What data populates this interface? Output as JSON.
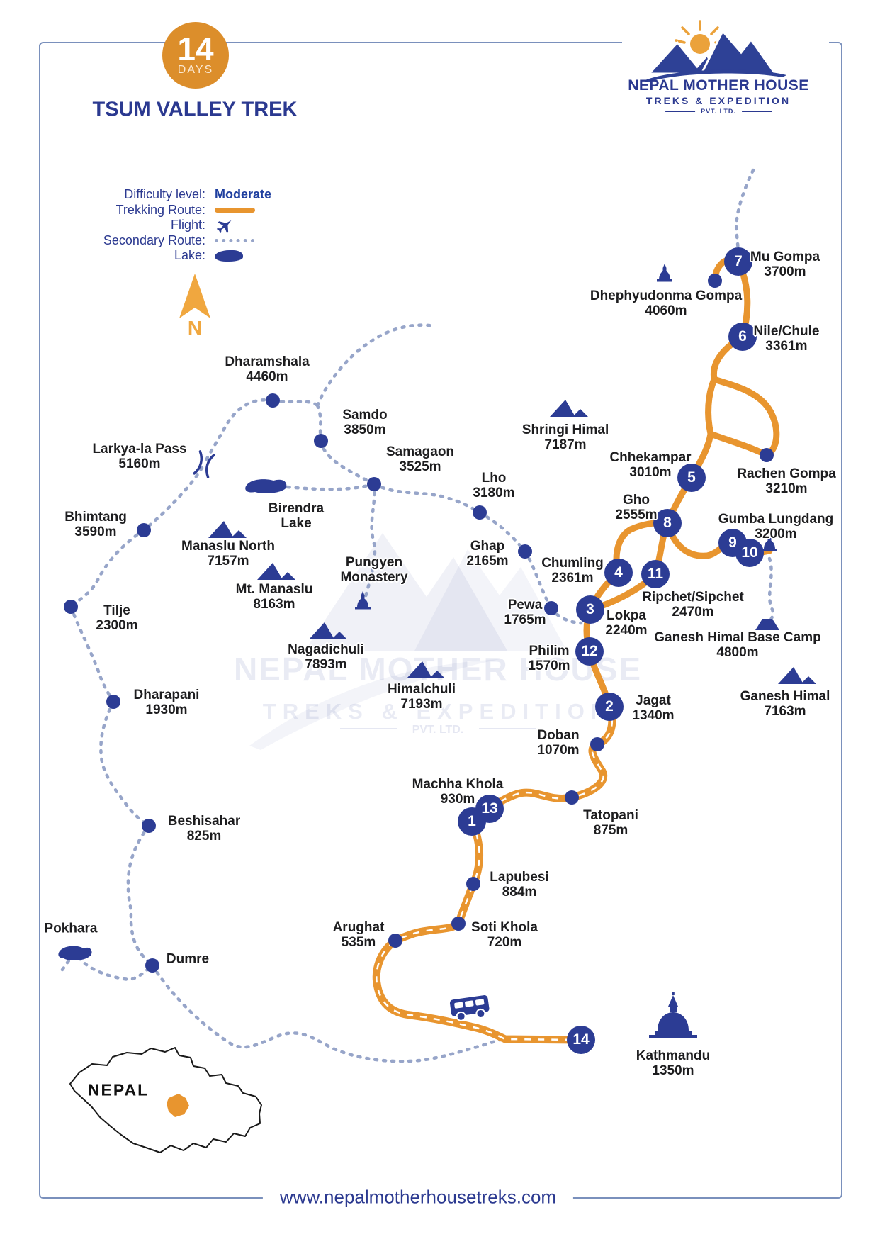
{
  "header": {
    "days_value": "14",
    "days_unit": "DAYS",
    "title": "TSUM VALLEY TREK"
  },
  "logo": {
    "name_line1": "NEPAL MOTHER HOUSE",
    "name_line2": "TREKS & EXPEDITION",
    "name_line3": "PVT. LTD."
  },
  "legend": {
    "difficulty_label": "Difficulty level:",
    "difficulty_value": "Moderate",
    "trekking_route_label": "Trekking Route:",
    "flight_label": "Flight:",
    "secondary_route_label": "Secondary Route:",
    "lake_label": "Lake:"
  },
  "compass": {
    "north_label": "N"
  },
  "watermark": {
    "line1": "NEPAL MOTHER HOUSE",
    "line2": "TREKS & EXPEDITION",
    "line3": "PVT. LTD."
  },
  "inset": {
    "country_label": "NEPAL"
  },
  "footer": {
    "website": "www.nepalmotherhousetreks.com"
  },
  "colors": {
    "route_orange": "#E8952F",
    "badge_orange": "#DC8E2B",
    "secondary_route": "#97A5C9",
    "marker_blue": "#2C3C94",
    "brand_blue": "#2B3990",
    "label_black": "#1D1D1F"
  },
  "markers": [
    "1",
    "2",
    "3",
    "4",
    "5",
    "6",
    "7",
    "8",
    "9",
    "10",
    "11",
    "12",
    "13",
    "14"
  ],
  "locations": [
    {
      "line1": "Mu Gompa",
      "line2": "3700m"
    },
    {
      "line1": "Dhephyudonma Gompa",
      "line2": "4060m"
    },
    {
      "line1": "Nile/Chule",
      "line2": "3361m"
    },
    {
      "line1": "Chhekampar",
      "line2": "3010m"
    },
    {
      "line1": "Rachen Gompa",
      "line2": "3210m"
    },
    {
      "line1": "Gho",
      "line2": "2555m"
    },
    {
      "line1": "Gumba Lungdang",
      "line2": "3200m"
    },
    {
      "line1": "Ripchet/Sipchet",
      "line2": "2470m"
    },
    {
      "line1": "Chumling",
      "line2": "2361m"
    },
    {
      "line1": "Lokpa",
      "line2": "2240m"
    },
    {
      "line1": "Pewa",
      "line2": "1765m"
    },
    {
      "line1": "Philim",
      "line2": "1570m"
    },
    {
      "line1": "Jagat",
      "line2": "1340m"
    },
    {
      "line1": "Doban",
      "line2": "1070m"
    },
    {
      "line1": "Tatopani",
      "line2": "875m"
    },
    {
      "line1": "Machha Khola",
      "line2": "930m"
    },
    {
      "line1": "Lapubesi",
      "line2": "884m"
    },
    {
      "line1": "Soti Khola",
      "line2": "720m"
    },
    {
      "line1": "Arughat",
      "line2": "535m"
    },
    {
      "line1": "Kathmandu",
      "line2": "1350m"
    },
    {
      "line1": "Ganesh Himal Base Camp",
      "line2": "4800m"
    },
    {
      "line1": "Ganesh Himal",
      "line2": "7163m"
    },
    {
      "line1": "Shringi Himal",
      "line2": "7187m"
    },
    {
      "line1": "Lho",
      "line2": "3180m"
    },
    {
      "line1": "Ghap",
      "line2": "2165m"
    },
    {
      "line1": "Samagaon",
      "line2": "3525m"
    },
    {
      "line1": "Samdo",
      "line2": "3850m"
    },
    {
      "line1": "Dharamshala",
      "line2": "4460m"
    },
    {
      "line1": "Larkya-la Pass",
      "line2": "5160m"
    },
    {
      "line1": "Bhimtang",
      "line2": "3590m"
    },
    {
      "line1": "Birendra",
      "line2": "Lake"
    },
    {
      "line1": "Manaslu North",
      "line2": "7157m"
    },
    {
      "line1": "Mt. Manaslu",
      "line2": "8163m"
    },
    {
      "line1": "Pungyen",
      "line2": "Monastery"
    },
    {
      "line1": "Nagadichuli",
      "line2": "7893m"
    },
    {
      "line1": "Himalchuli",
      "line2": "7193m"
    },
    {
      "line1": "Tilje",
      "line2": "2300m"
    },
    {
      "line1": "Dharapani",
      "line2": "1930m"
    },
    {
      "line1": "Beshisahar",
      "line2": "825m"
    },
    {
      "line1": "Pokhara",
      "line2": ""
    },
    {
      "line1": "Dumre",
      "line2": ""
    }
  ]
}
